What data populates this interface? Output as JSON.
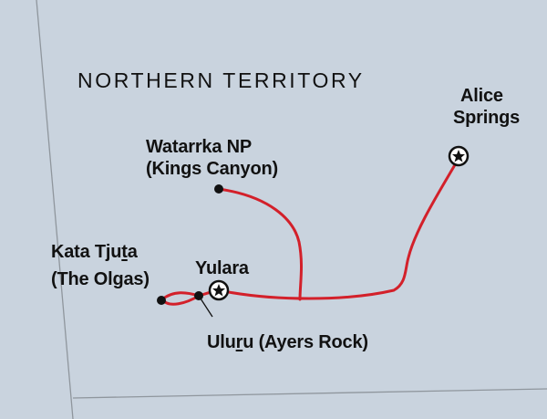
{
  "region_label": "NORTHERN TERRITORY",
  "places": {
    "alice": {
      "line1": "Alice",
      "line2": "Springs"
    },
    "watarrka": {
      "line1": "Watarrka NP",
      "line2": "(Kings Canyon)"
    },
    "kata": {
      "line1_pre": "Kata Tju",
      "line1_u": "t",
      "line1_post": "a",
      "line2": "(The Olgas)"
    },
    "yulara": {
      "line1": "Yulara"
    },
    "uluru": {
      "pre": "Ulu",
      "u": "r",
      "post": "u (Ayers Rock)"
    }
  },
  "colors": {
    "land": "#c9d3de",
    "border": "#8f969d",
    "route": "#d3202a",
    "marker": "#111111",
    "text": "#111111"
  }
}
